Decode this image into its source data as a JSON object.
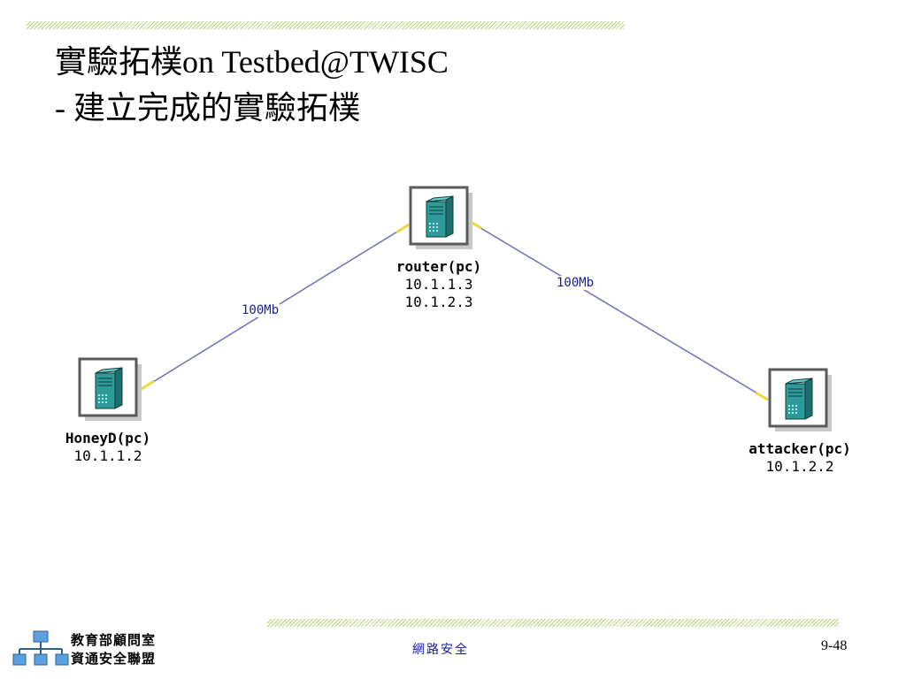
{
  "slide": {
    "title_line1": "實驗拓樸on Testbed@TWISC",
    "title_line2": "- 建立完成的實驗拓樸"
  },
  "topology": {
    "nodes": [
      {
        "id": "router",
        "name": "router(pc)",
        "ips": [
          "10.1.1.3",
          "10.1.2.3"
        ],
        "icon": "server-tower-icon"
      },
      {
        "id": "honeyd",
        "name": "HoneyD(pc)",
        "ips": [
          "10.1.1.2"
        ],
        "icon": "server-tower-icon"
      },
      {
        "id": "attacker",
        "name": "attacker(pc)",
        "ips": [
          "10.1.2.2"
        ],
        "icon": "server-tower-icon"
      }
    ],
    "links": [
      {
        "from": "honeyd",
        "to": "router",
        "label": "100Mb"
      },
      {
        "from": "router",
        "to": "attacker",
        "label": "100Mb"
      }
    ],
    "colors": {
      "link": "#6f6fb8",
      "endpoint": "#e8d93a",
      "node_body": "#2e9a9a",
      "link_label": "#1a1a9a"
    }
  },
  "footer": {
    "org_line1": "教育部顧問室",
    "org_line2": "資通安全聯盟",
    "center": "網路安全",
    "page": "9-48"
  }
}
